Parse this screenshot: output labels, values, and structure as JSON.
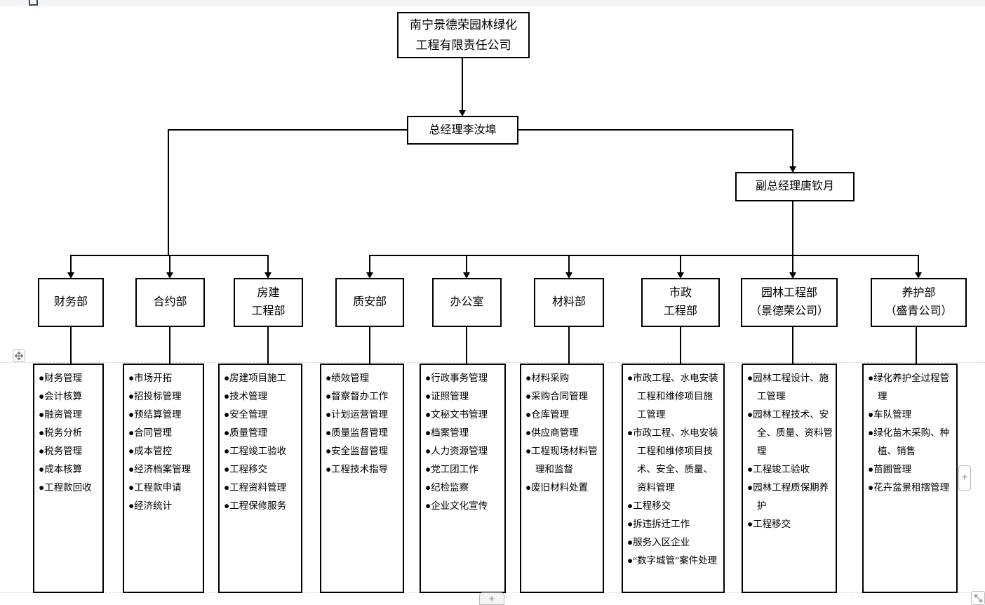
{
  "org": {
    "bullet": "●",
    "root": {
      "label_lines": [
        "南宁景德荣园林绿化",
        "工程有限责任公司"
      ]
    },
    "general_manager": {
      "label": "总经理李汝埠"
    },
    "deputy_manager": {
      "label": "副总经理唐钦月"
    },
    "departments": [
      {
        "name_lines": [
          "财务部",
          ""
        ],
        "duties": [
          "财务管理",
          "会计核算",
          "融资管理",
          "税务分析",
          "税务管理",
          "成本核算",
          "工程款回收"
        ]
      },
      {
        "name_lines": [
          "合约部",
          ""
        ],
        "duties": [
          "市场开拓",
          "招投标管理",
          "预结算管理",
          "合同管理",
          "成本管控",
          "经济档案管理",
          "工程款申请",
          "经济统计"
        ]
      },
      {
        "name_lines": [
          "房建",
          "工程部"
        ],
        "duties": [
          "房建项目施工",
          "技术管理",
          "安全管理",
          "质量管理",
          "工程竣工验收",
          "工程移交",
          "工程资料管理",
          "工程保修服务"
        ]
      },
      {
        "name_lines": [
          "质安部",
          ""
        ],
        "duties": [
          "绩效管理",
          "督察督办工作",
          "计划运营管理",
          "质量监督管理",
          "安全监督管理",
          "工程技术指导"
        ]
      },
      {
        "name_lines": [
          "办公室",
          ""
        ],
        "duties": [
          "行政事务管理",
          "证照管理",
          "文秘文书管理",
          "档案管理",
          "人力资源管理",
          "党工团工作",
          "纪检监察",
          "企业文化宣传"
        ]
      },
      {
        "name_lines": [
          "材料部",
          ""
        ],
        "duties": [
          "材料采购",
          "采购合同管理",
          "仓库管理",
          "供应商管理",
          "工程现场材料管理和监督",
          "废旧材料处置"
        ]
      },
      {
        "name_lines": [
          "市政",
          "工程部"
        ],
        "duties": [
          "市政工程、水电安装工程和维修项目施工管理",
          "市政工程、水电安装工程和维修项目技术、安全、质量、资料管理",
          "工程移交",
          "拆违拆迁工作",
          "服务入区企业",
          "“数字城管”案件处理"
        ]
      },
      {
        "name_lines": [
          "园林工程部",
          "（景德荣公司）"
        ],
        "duties": [
          "园林工程设计、施工管理",
          "园林工程技术、安全、质量、资料管理",
          "工程竣工验收",
          "园林工程质保期养护",
          "工程移交"
        ]
      },
      {
        "name_lines": [
          "养护部",
          "（盛青公司）"
        ],
        "duties": [
          "绿化养护全过程管理",
          "车队管理",
          "绿化苗木采购、种植、销售",
          "苗圃管理",
          "花卉盆景租摆管理"
        ]
      }
    ]
  },
  "chrome": {
    "side_add_label": "+",
    "bottom_add_label": "+"
  },
  "colors": {
    "line": "#000000",
    "grid": "#d9d9d9",
    "chrome-border": "#bcbcbc",
    "strip": "#f3f4f6",
    "icon": "#8a8a8a",
    "marker": "#3e4a63"
  }
}
